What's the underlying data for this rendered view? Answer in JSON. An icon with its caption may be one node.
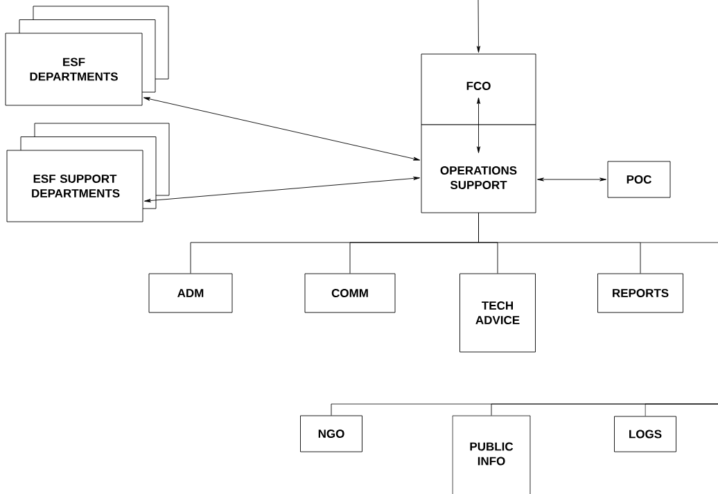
{
  "diagram": {
    "nodes": [
      {
        "text": [
          "ESF DEPARTMENTS"
        ]
      },
      {
        "text": [
          "ESF SUPPORT DEPARTMENTS"
        ]
      },
      {
        "text": [
          "FCO"
        ]
      },
      {
        "text": [
          "OPERATIONS SUPPORT"
        ]
      },
      {
        "text": [
          "POC"
        ]
      },
      {
        "text": [
          "ADM"
        ]
      },
      {
        "text": [
          "COMM"
        ]
      },
      {
        "text": [
          "TECH ADVICE"
        ]
      },
      {
        "text": [
          "REPORTS"
        ]
      },
      {
        "text": [
          "NGO"
        ]
      },
      {
        "text": [
          "PUBLIC INFO"
        ]
      },
      {
        "text": [
          "LOGS"
        ]
      }
    ],
    "edges": [
      {
        "from": null,
        "to": 2,
        "arrow": "to"
      },
      {
        "from": 0,
        "to": 3,
        "arrow": "both"
      },
      {
        "from": 1,
        "to": 3,
        "arrow": "both"
      },
      {
        "from": 2,
        "to": 3,
        "arrow": "both"
      },
      {
        "from": 3,
        "to": 4,
        "arrow": "both"
      },
      {
        "from": 3,
        "to": 5,
        "arrow": "none"
      },
      {
        "from": 3,
        "to": 6,
        "arrow": "none"
      },
      {
        "from": 3,
        "to": 7,
        "arrow": "none"
      },
      {
        "from": 3,
        "to": 8,
        "arrow": "none"
      },
      {
        "from": null,
        "to": 9,
        "arrow": "none"
      },
      {
        "from": null,
        "to": 10,
        "arrow": "none"
      },
      {
        "from": null,
        "to": 11,
        "arrow": "none"
      }
    ]
  }
}
